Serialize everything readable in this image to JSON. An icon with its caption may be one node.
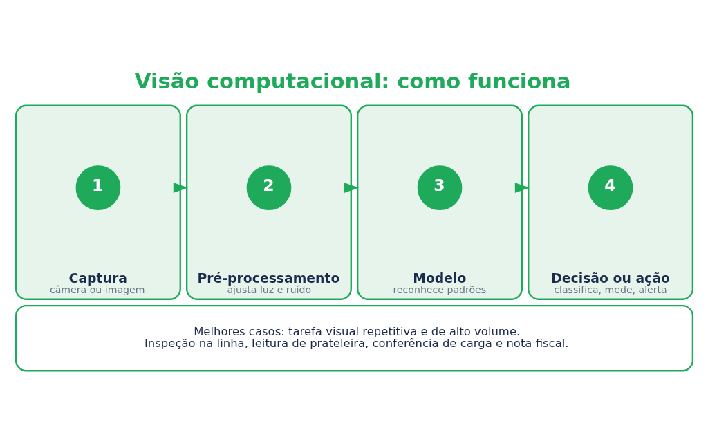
{
  "diagram": {
    "title": "Visão computacional: como funciona",
    "nodes": [
      {
        "text": [
          "Captura",
          "câmera ou imagem"
        ]
      },
      {
        "text": [
          "1"
        ],
        "in": 0
      },
      {
        "text": [
          "Pré-processamento",
          "ajusta luz e ruído"
        ]
      },
      {
        "text": [
          "2"
        ],
        "in": 2
      },
      {
        "text": [
          "Modelo",
          "reconhece padrões"
        ]
      },
      {
        "text": [
          "3"
        ],
        "in": 4
      },
      {
        "text": [
          "Decisão ou ação",
          "classifica, mede, alerta"
        ]
      },
      {
        "text": [
          "4"
        ],
        "in": 6
      },
      {
        "text": [
          "Melhores casos: tarefa visual repetitiva e de alto volume.",
          "Inspeção na linha, leitura de prateleira, conferência de carga e nota fiscal."
        ]
      }
    ],
    "edges": [
      {
        "from": 0,
        "to": 2,
        "arrow": "to"
      },
      {
        "from": 2,
        "to": 4,
        "arrow": "to"
      },
      {
        "from": 4,
        "to": 6,
        "arrow": "to"
      }
    ]
  }
}
